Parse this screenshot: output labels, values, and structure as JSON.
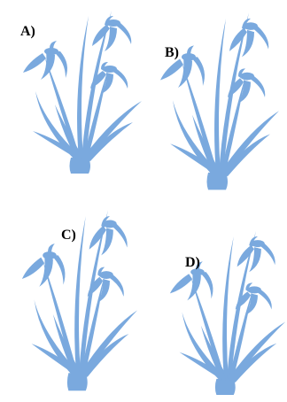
{
  "colors": {
    "plant": "#7aa9de",
    "label": "#000000"
  },
  "options": [
    {
      "label": "A)",
      "icon": "snowdrop-plant-icon"
    },
    {
      "label": "B)",
      "icon": "snowdrop-plant-icon"
    },
    {
      "label": "C)",
      "icon": "snowdrop-plant-icon"
    },
    {
      "label": "D)",
      "icon": "snowdrop-plant-icon"
    }
  ]
}
